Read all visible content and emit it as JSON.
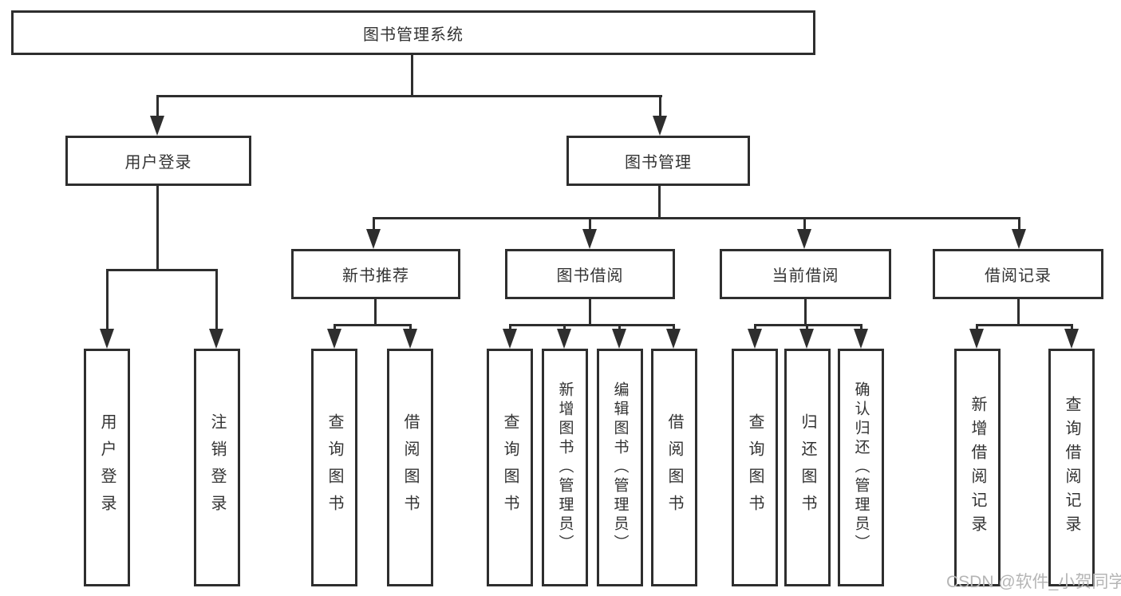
{
  "tree": {
    "root": {
      "label": "图书管理系统"
    },
    "level2": [
      {
        "label": "用户登录"
      },
      {
        "label": "图书管理"
      }
    ],
    "level3": [
      {
        "label": "新书推荐"
      },
      {
        "label": "图书借阅"
      },
      {
        "label": "当前借阅"
      },
      {
        "label": "借阅记录"
      }
    ],
    "leaves": {
      "user_login": [
        {
          "label": "用户登录"
        },
        {
          "label": "注销登录"
        }
      ],
      "new_book_rec": [
        {
          "label": "查询图书"
        },
        {
          "label": "借阅图书"
        }
      ],
      "book_borrow": [
        {
          "label": "查询图书"
        },
        {
          "label": "新增图书（管理员）"
        },
        {
          "label": "编辑图书（管理员）"
        },
        {
          "label": "借阅图书"
        }
      ],
      "current_borrow": [
        {
          "label": "查询图书"
        },
        {
          "label": "归还图书"
        },
        {
          "label": "确认归还（管理员）"
        }
      ],
      "borrow_records": [
        {
          "label": "新增借阅记录"
        },
        {
          "label": "查询借阅记录"
        }
      ]
    }
  },
  "watermark": {
    "text": "CSDN @软件_小贺同学"
  },
  "colors": {
    "line": "#2e2e2e",
    "text": "#333333",
    "watermark": "#b5b5b5",
    "background": "#ffffff"
  }
}
